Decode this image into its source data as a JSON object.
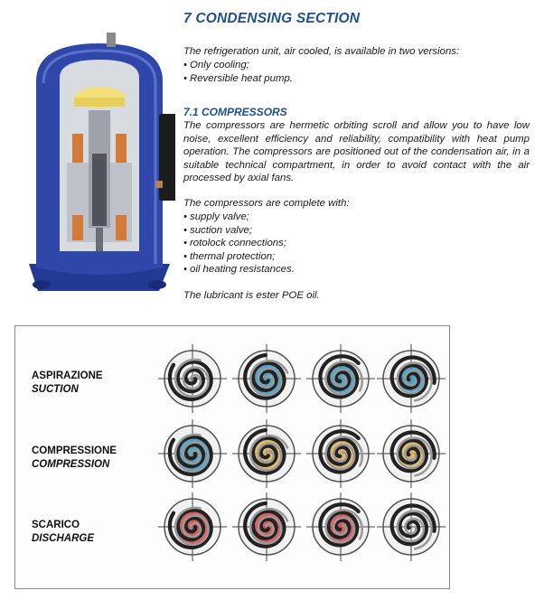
{
  "section": {
    "title": "7  CONDENSING SECTION",
    "intro": "The refrigeration unit, air cooled, is available in two versions:",
    "versions": [
      "Only cooling;",
      "Reversible heat pump."
    ]
  },
  "compressors": {
    "title": "7.1 COMPRESSORS",
    "description": "The compressors are hermetic orbiting scroll and allow you to have low noise, excellent efficiency and reliability, compatibility with heat pump operation. The compressors are positioned out of the condensation air, in a suitable technical compartment, in order to avoid contact with the air processed by axial fans.",
    "complete_with": "The compressors are complete with:",
    "features": [
      "supply valve;",
      "suction valve;",
      "rotolock connections;",
      "thermal protection;",
      "oil heating resistances."
    ],
    "lubricant": "The lubricant is ester POE oil."
  },
  "diagram": {
    "rows": [
      {
        "label_it": "ASPIRAZIONE",
        "label_en": "SUCTION",
        "phase": "suction"
      },
      {
        "label_it": "COMPRESSIONE",
        "label_en": "COMPRESSION",
        "phase": "compression"
      },
      {
        "label_it": "SCARICO",
        "label_en": "DISCHARGE",
        "phase": "discharge"
      }
    ],
    "colors": {
      "suction": "#3b9bc4",
      "compression": "#e0b25c",
      "discharge": "#d94a4a",
      "scroll": "#222222",
      "compressor_body": "#2e47a8"
    }
  }
}
